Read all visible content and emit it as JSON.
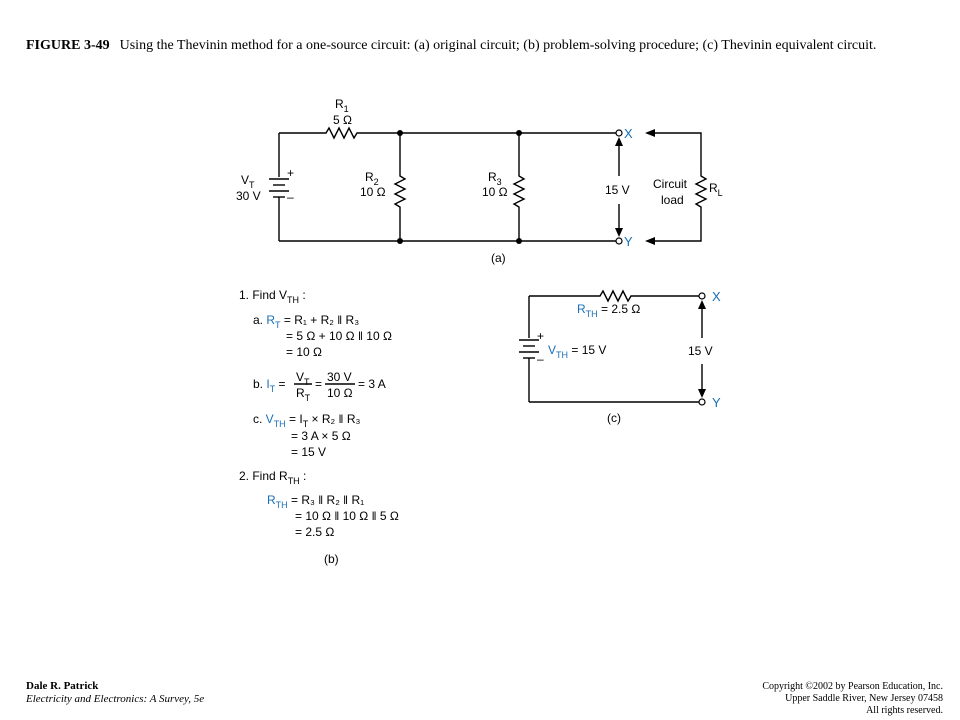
{
  "caption": {
    "figure": "FIGURE 3-49",
    "text": "Using the Thevinin method for a one-source circuit: (a) original circuit; (b) problem-solving procedure; (c) Thevinin equivalent circuit."
  },
  "circuit_a": {
    "r1_label": "R",
    "r1_sub": "1",
    "r1_value": "5 Ω",
    "r2_label": "R",
    "r2_sub": "2",
    "r2_value": "10 Ω",
    "r3_label": "R",
    "r3_sub": "3",
    "r3_value": "10 Ω",
    "vt_label": "V",
    "vt_sub": "T",
    "vt_value": "30 V",
    "plus": "+",
    "minus": "–",
    "node_x": "X",
    "node_y": "Y",
    "voltage": "15 V",
    "load_line1": "Circuit",
    "load_line2": "load",
    "rl_label": "R",
    "rl_sub": "L",
    "caption": "(a)"
  },
  "procedure_b": {
    "step1": "1. Find V",
    "step1_sub": "TH",
    "step1_tail": " :",
    "a_prefix": "a. ",
    "a_line1": "R",
    "a_line1_sub": "T",
    "a_line1_rest": " = R₁ + R₂ ǁ R₃",
    "a_line2": "= 5 Ω + 10 Ω ǁ 10 Ω",
    "a_line3": "= 10 Ω",
    "b_prefix": "b. ",
    "b_lhs": "I",
    "b_lhs_sub": "T",
    "b_frac1_num": "V",
    "b_frac1_num_sub": "T",
    "b_frac1_den": "R",
    "b_frac1_den_sub": "T",
    "b_frac2_num": "30 V",
    "b_frac2_den": "10 Ω",
    "b_result": "= 3 A",
    "c_prefix": "c. ",
    "c_line1": "V",
    "c_line1_sub": "TH",
    "c_line1_rest": " = I",
    "c_line1_sub2": "T",
    "c_line1_tail": " × R₂ ǁ R₃",
    "c_line2": "= 3 A × 5 Ω",
    "c_line3": "= 15 V",
    "step2": "2. Find R",
    "step2_sub": "TH",
    "step2_tail": " :",
    "r_line1": "R",
    "r_line1_sub": "TH",
    "r_line1_rest": " = R₃ ǁ R₂ ǁ R₁",
    "r_line2": "= 10 Ω  ǁ 10 Ω  ǁ 5 Ω",
    "r_line3": "= 2.5 Ω",
    "caption": "(b)"
  },
  "circuit_c": {
    "rth_label": "R",
    "rth_sub": "TH",
    "rth_value": " = 2.5 Ω",
    "vth_label": "V",
    "vth_sub": "TH",
    "vth_value": " = 15 V",
    "plus": "+",
    "minus": "–",
    "node_x": "X",
    "node_y": "Y",
    "voltage": "15 V",
    "caption": "(c)"
  },
  "footer": {
    "author": "Dale R. Patrick",
    "book": "Electricity and Electronics:  A Survey, 5e",
    "copyright_line1": "Copyright ©2002 by Pearson Education, Inc.",
    "copyright_line2": "Upper Saddle River, New Jersey 07458",
    "copyright_line3": "All rights reserved."
  },
  "colors": {
    "accent": "#1a6fb8"
  }
}
